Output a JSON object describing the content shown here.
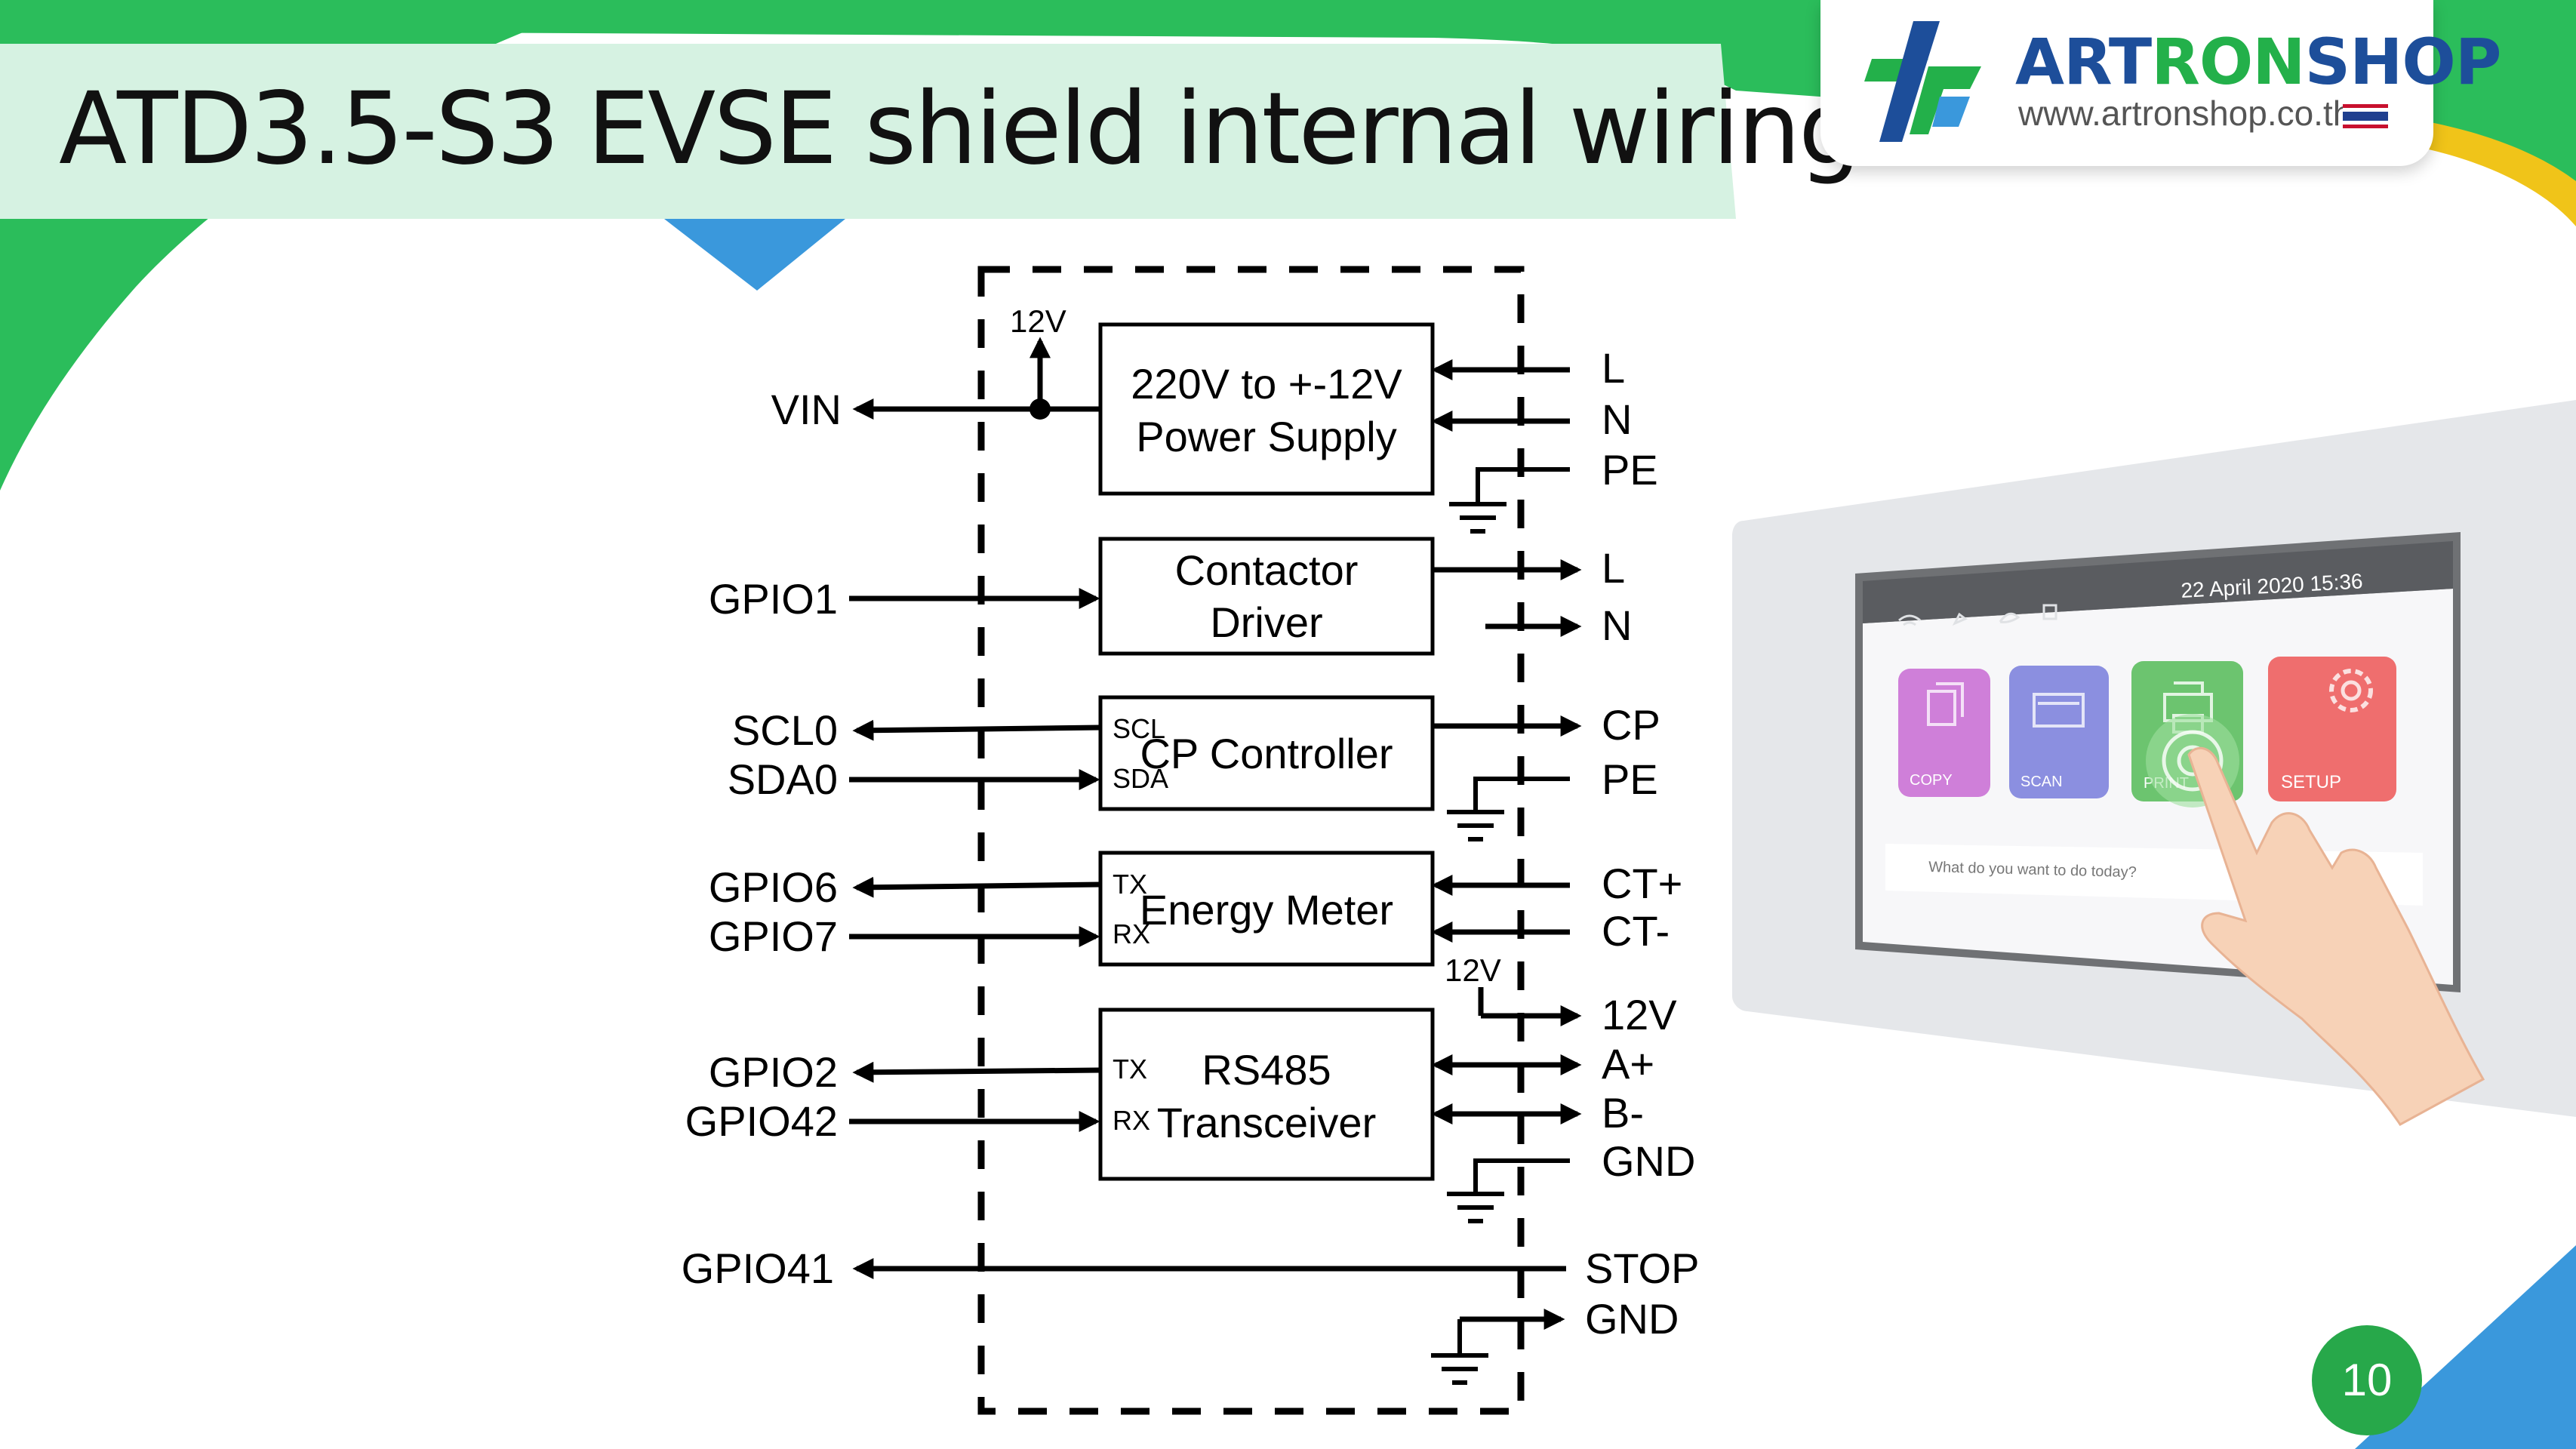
{
  "slide": {
    "title": "ATD3.5-S3 EVSE shield internal wiring",
    "page_number": "10"
  },
  "logo": {
    "brand_art": "ART",
    "brand_ron": "RON",
    "brand_shop": "SHOP",
    "url": "www.artronshop.co.th"
  },
  "colors": {
    "green": "#2bbd5b",
    "yellow": "#f0c419",
    "blue": "#3a98dc",
    "pale_green": "#d6f2e2",
    "brand_blue": "#1d4e9a",
    "brand_green": "#23b04a"
  },
  "diagram": {
    "blocks": {
      "power_supply": [
        "220V to +-12V",
        "Power Supply"
      ],
      "contactor": [
        "Contactor",
        "Driver"
      ],
      "cp_controller": "CP Controller",
      "energy_meter": "Energy Meter",
      "rs485": [
        "RS485",
        "Transceiver"
      ]
    },
    "pins": {
      "scl": "SCL",
      "sda": "SDA",
      "tx": "TX",
      "rx": "RX"
    },
    "left_signals": {
      "vin": "VIN",
      "gpio1": "GPIO1",
      "scl0": "SCL0",
      "sda0": "SDA0",
      "gpio6": "GPIO6",
      "gpio7": "GPIO7",
      "gpio2": "GPIO2",
      "gpio42": "GPIO42",
      "gpio41": "GPIO41"
    },
    "right_signals": {
      "ps_l": "L",
      "ps_n": "N",
      "ps_pe": "PE",
      "ct_l": "L",
      "ct_n": "N",
      "cp": "CP",
      "cp_pe": "PE",
      "ctp": "CT+",
      "ctm": "CT-",
      "v12": "12V",
      "ap": "A+",
      "bm": "B-",
      "gnd": "GND",
      "stop": "STOP",
      "stop_gnd": "GND"
    },
    "rail_labels": {
      "left_12v": "12V",
      "right_12v": "12V"
    }
  },
  "tablet": {
    "datetime": "22 April 2020 15:36",
    "tiles": [
      "COPY",
      "SCAN",
      "PRINT",
      "SETUP"
    ],
    "search_placeholder": "What do you want to do today?",
    "tile_colors": [
      "#cf7fd9",
      "#8b8fe0",
      "#6cc46f",
      "#ef6e6e"
    ]
  }
}
